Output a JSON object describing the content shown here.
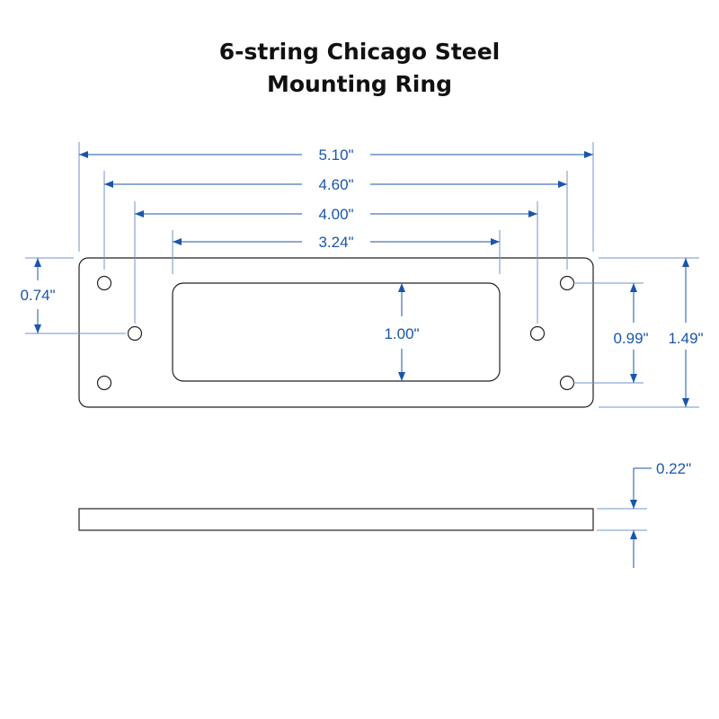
{
  "title": {
    "line1": "6-string Chicago Steel",
    "line2": "Mounting Ring"
  },
  "colors": {
    "outline": "#222222",
    "dimension": "#1a56a8",
    "extension": "#6f95c9"
  },
  "dimensions": {
    "overall_width": "5.10\"",
    "hole_spacing_outer": "4.60\"",
    "hole_spacing_inner": "4.00\"",
    "opening_width": "3.24\"",
    "opening_height": "1.00\"",
    "inner_hole_offset": "0.74\"",
    "outer_hole_spacing_vertical": "0.99\"",
    "overall_height": "1.49\"",
    "thickness": "0.22\""
  }
}
